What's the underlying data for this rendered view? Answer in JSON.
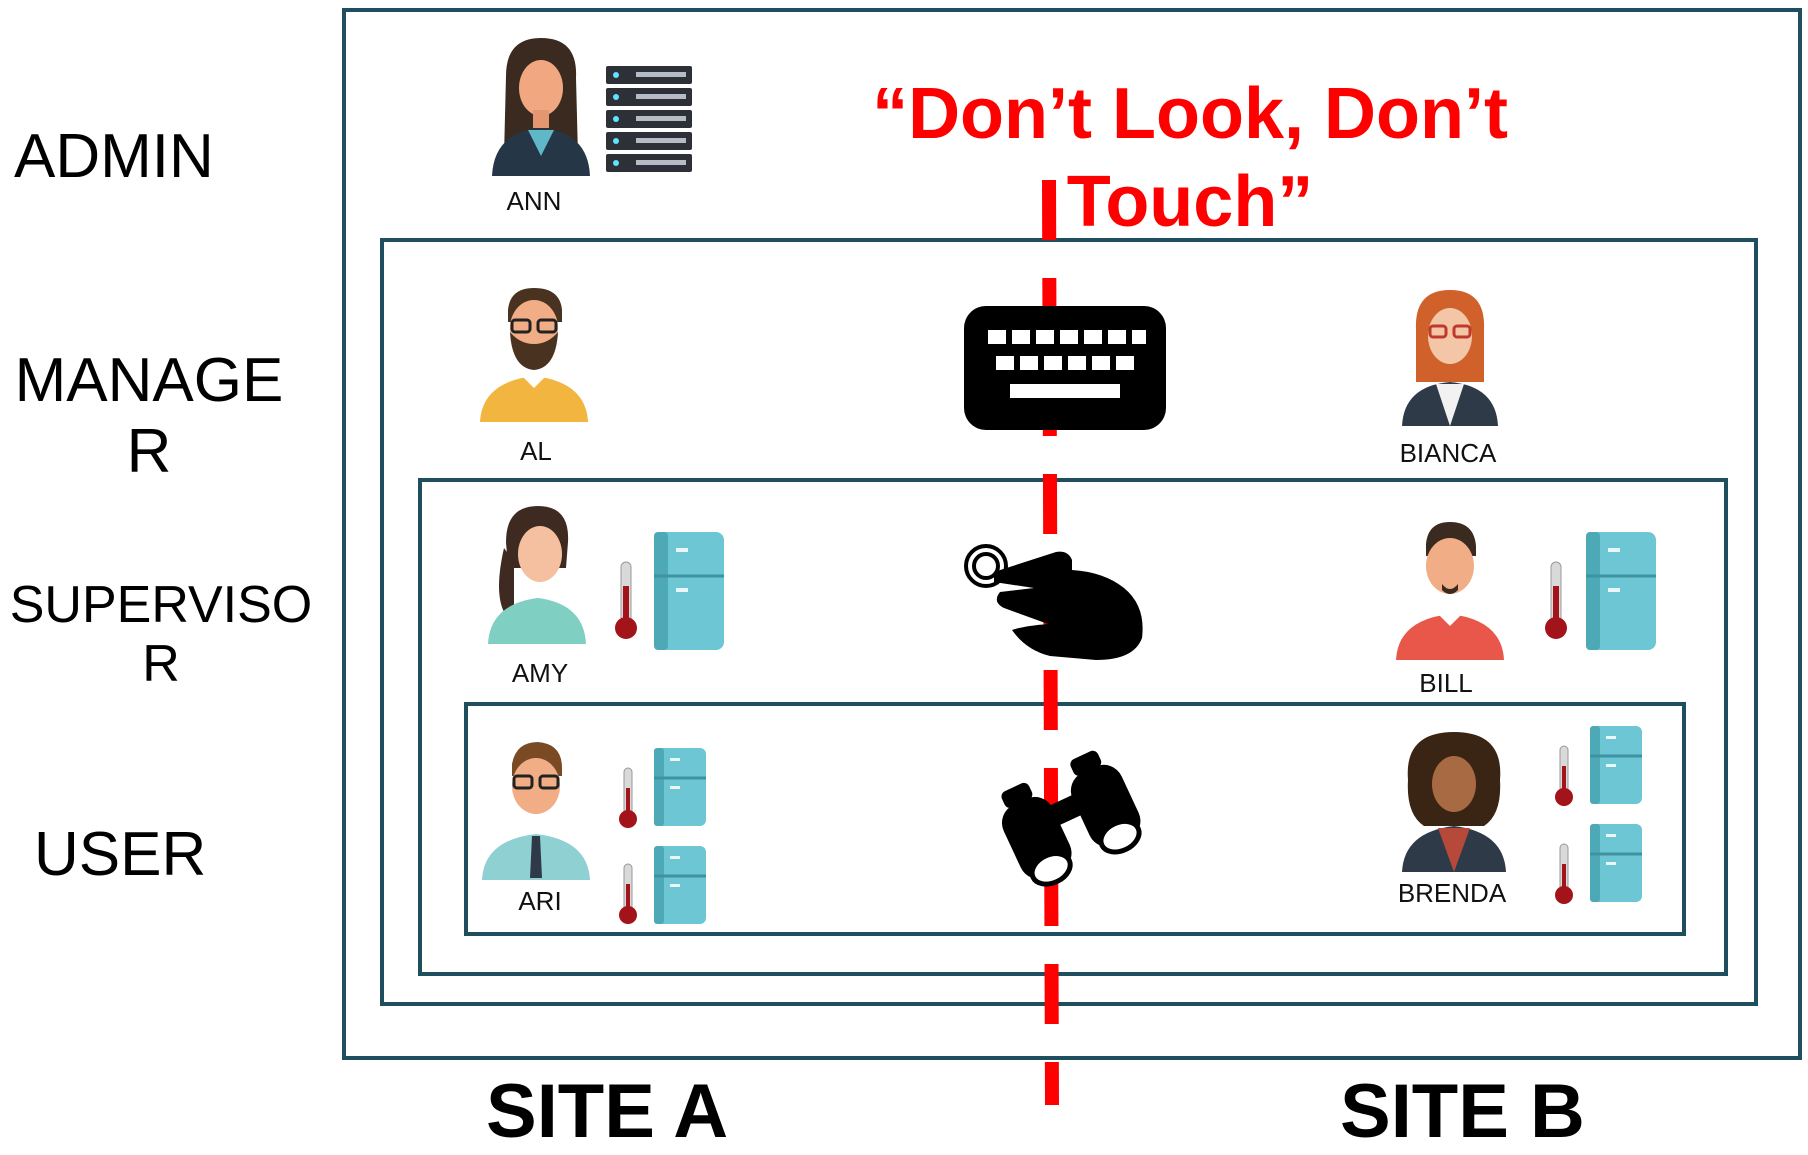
{
  "roles": {
    "admin": "ADMIN",
    "manager_line1": "MANAGE",
    "manager_line2": "R",
    "supervisor_line1": "SUPERVISO",
    "supervisor_line2": "R",
    "user": "USER"
  },
  "quote_line1": "“Don’t Look, Don’t",
  "quote_line2": "Touch”",
  "people": {
    "ann": "ANN",
    "al": "AL",
    "bianca": "BIANCA",
    "amy": "AMY",
    "bill": "BILL",
    "ari": "ARI",
    "brenda": "BRENDA"
  },
  "sites": {
    "a": "SITE A",
    "b": "SITE B"
  },
  "colors": {
    "frame": "#1f4e5f",
    "divider": "#ff0000",
    "quote": "#ff0000",
    "fridge": "#6cc6d3",
    "thermometer": "#a3131a"
  }
}
